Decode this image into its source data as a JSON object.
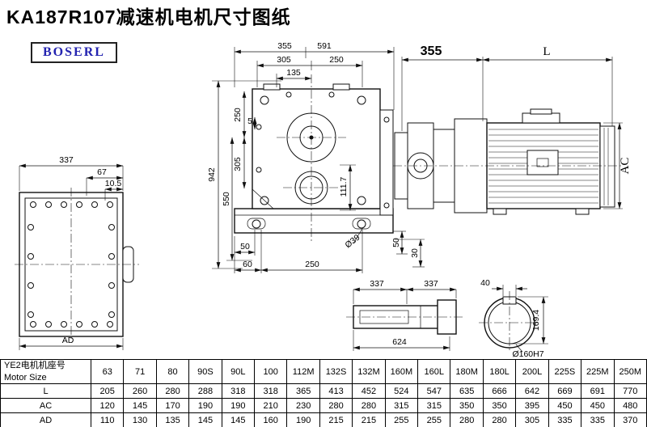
{
  "header": {
    "title": "KA187R107减速机电机尺寸图纸",
    "logo": "BOSERL"
  },
  "left_view": {
    "w337": "337",
    "d67": "67",
    "d10_5": "10.5",
    "ad": "AD"
  },
  "main_view": {
    "d355": "355",
    "d591": "591",
    "d305_top": "305",
    "d250_top": "250",
    "d135": "135",
    "d250_left": "250",
    "d5": "5",
    "d305_left": "305",
    "d550": "550",
    "d942": "942",
    "d111_7": "111.7",
    "d50_bottom": "50",
    "d60": "60",
    "d250_bottom": "250",
    "d39": "Ø39",
    "d50_right": "50",
    "d30": "30"
  },
  "motor_view": {
    "d355": "355",
    "dL": "L",
    "dAC": "AC"
  },
  "shaft_view": {
    "d337_left": "337",
    "d337_right": "337",
    "d624": "624"
  },
  "bore_view": {
    "d40": "40",
    "d169_4": "169.4",
    "d160": "Ø160H7"
  },
  "table": {
    "row_header_line1": "YE2电机机座号",
    "row_header_line2": "Motor Size",
    "columns": [
      "63",
      "71",
      "80",
      "90S",
      "90L",
      "100",
      "112M",
      "132S",
      "132M",
      "160M",
      "160L",
      "180M",
      "180L",
      "200L",
      "225S",
      "225M",
      "250M"
    ],
    "rows": [
      {
        "label": "L",
        "values": [
          "205",
          "260",
          "280",
          "288",
          "318",
          "318",
          "365",
          "413",
          "452",
          "524",
          "547",
          "635",
          "666",
          "642",
          "669",
          "691",
          "770"
        ]
      },
      {
        "label": "AC",
        "values": [
          "120",
          "145",
          "170",
          "190",
          "190",
          "210",
          "230",
          "280",
          "280",
          "315",
          "315",
          "350",
          "350",
          "395",
          "450",
          "450",
          "480"
        ]
      },
      {
        "label": "AD",
        "values": [
          "110",
          "130",
          "135",
          "145",
          "145",
          "160",
          "190",
          "215",
          "215",
          "255",
          "255",
          "280",
          "280",
          "305",
          "335",
          "335",
          "370"
        ]
      }
    ]
  }
}
